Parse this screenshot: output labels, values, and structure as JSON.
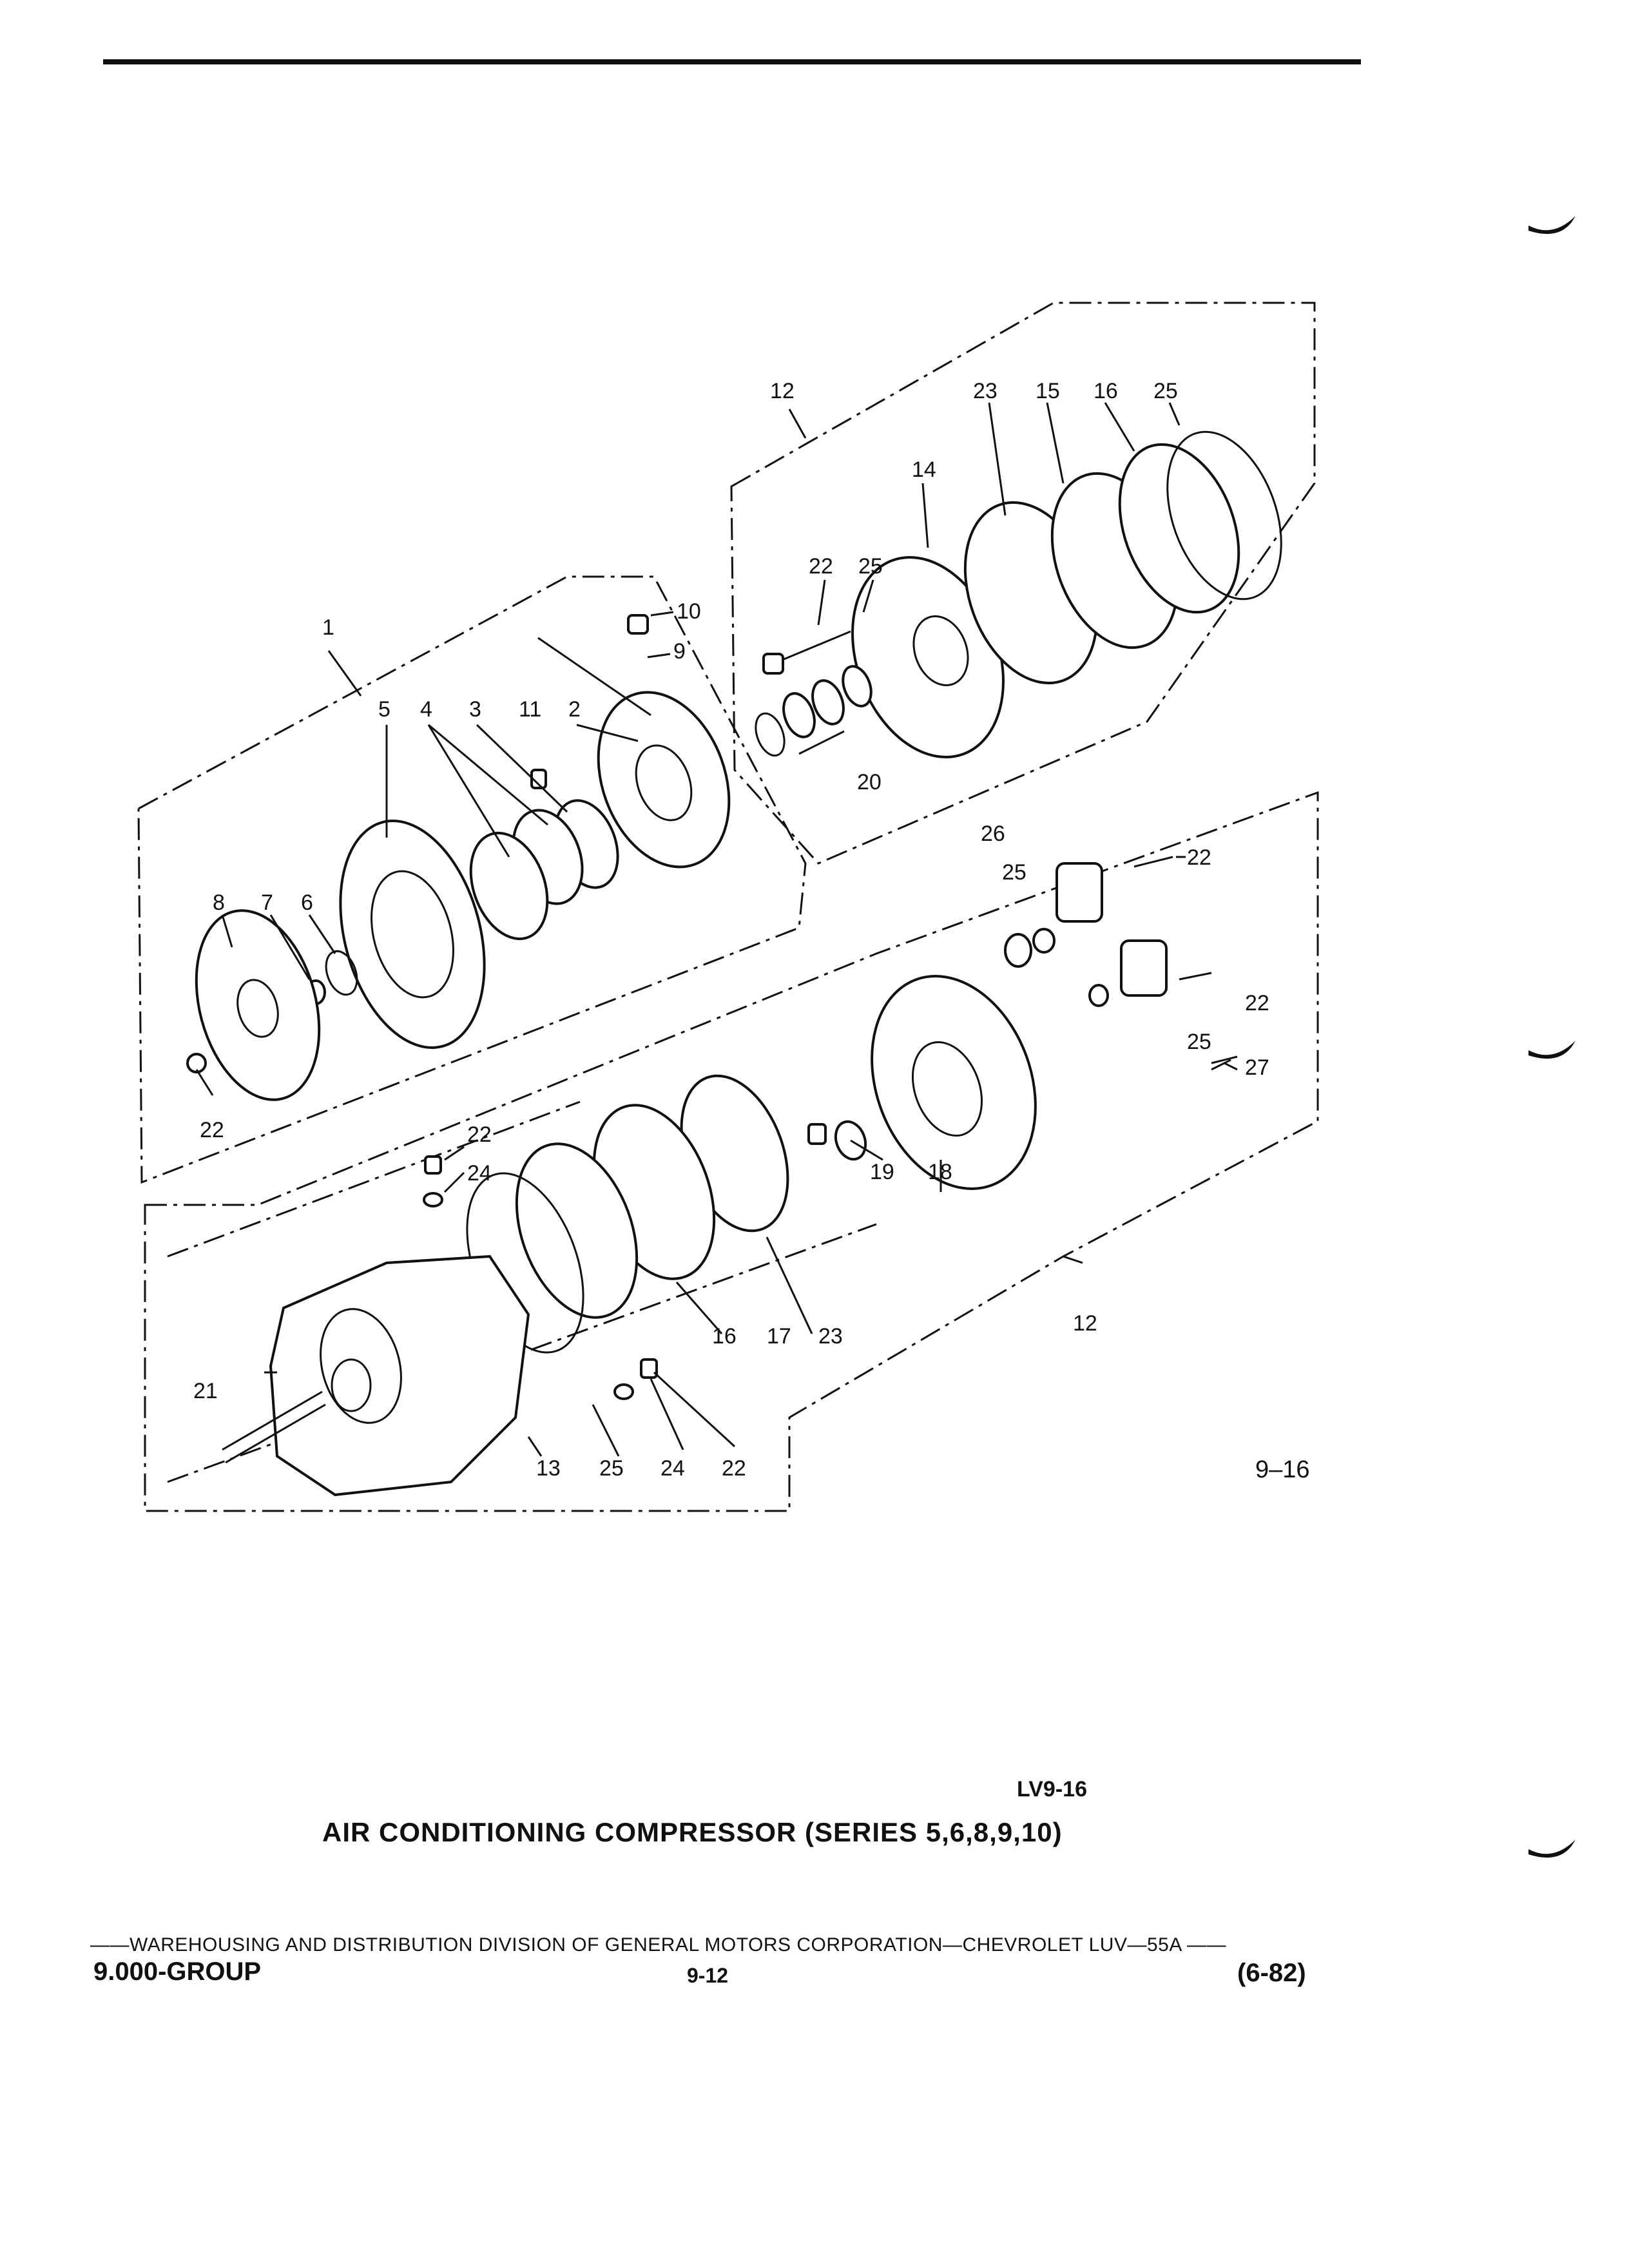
{
  "figure": {
    "number": "9–16",
    "code": "LV9-16",
    "caption": "AIR CONDITIONING COMPRESSOR (SERIES 5,6,8,9,10)"
  },
  "callouts": [
    {
      "id": "c12a",
      "text": "12"
    },
    {
      "id": "c23a",
      "text": "23"
    },
    {
      "id": "c15",
      "text": "15"
    },
    {
      "id": "c16a",
      "text": "16"
    },
    {
      "id": "c25a",
      "text": "25"
    },
    {
      "id": "c14",
      "text": "14"
    },
    {
      "id": "c22a",
      "text": "22"
    },
    {
      "id": "c25b",
      "text": "25"
    },
    {
      "id": "c10",
      "text": "10"
    },
    {
      "id": "c9",
      "text": "9"
    },
    {
      "id": "c1",
      "text": "1"
    },
    {
      "id": "c5",
      "text": "5"
    },
    {
      "id": "c4",
      "text": "4"
    },
    {
      "id": "c3",
      "text": "3"
    },
    {
      "id": "c11",
      "text": "11"
    },
    {
      "id": "c2",
      "text": "2"
    },
    {
      "id": "c20",
      "text": "20"
    },
    {
      "id": "c26",
      "text": "26"
    },
    {
      "id": "c25c",
      "text": "25"
    },
    {
      "id": "c22b",
      "text": "22"
    },
    {
      "id": "c8",
      "text": "8"
    },
    {
      "id": "c7",
      "text": "7"
    },
    {
      "id": "c6",
      "text": "6"
    },
    {
      "id": "c22c",
      "text": "22"
    },
    {
      "id": "c25d",
      "text": "25"
    },
    {
      "id": "c27",
      "text": "27"
    },
    {
      "id": "c22d",
      "text": "22"
    },
    {
      "id": "c19",
      "text": "19"
    },
    {
      "id": "c18",
      "text": "18"
    },
    {
      "id": "c22e",
      "text": "22"
    },
    {
      "id": "c24a",
      "text": "24"
    },
    {
      "id": "c16b",
      "text": "16"
    },
    {
      "id": "c17",
      "text": "17"
    },
    {
      "id": "c23b",
      "text": "23"
    },
    {
      "id": "c12b",
      "text": "12"
    },
    {
      "id": "c21",
      "text": "21"
    },
    {
      "id": "c13",
      "text": "13"
    },
    {
      "id": "c25e",
      "text": "25"
    },
    {
      "id": "c24b",
      "text": "24"
    },
    {
      "id": "c22f",
      "text": "22"
    }
  ],
  "footer": {
    "line": "——WAREHOUSING AND DISTRIBUTION  DIVISION OF GENERAL MOTORS CORPORATION—CHEVROLET LUV—55A   ——",
    "group": "9.000-GROUP",
    "page": "9-12",
    "date": "(6-82)"
  }
}
